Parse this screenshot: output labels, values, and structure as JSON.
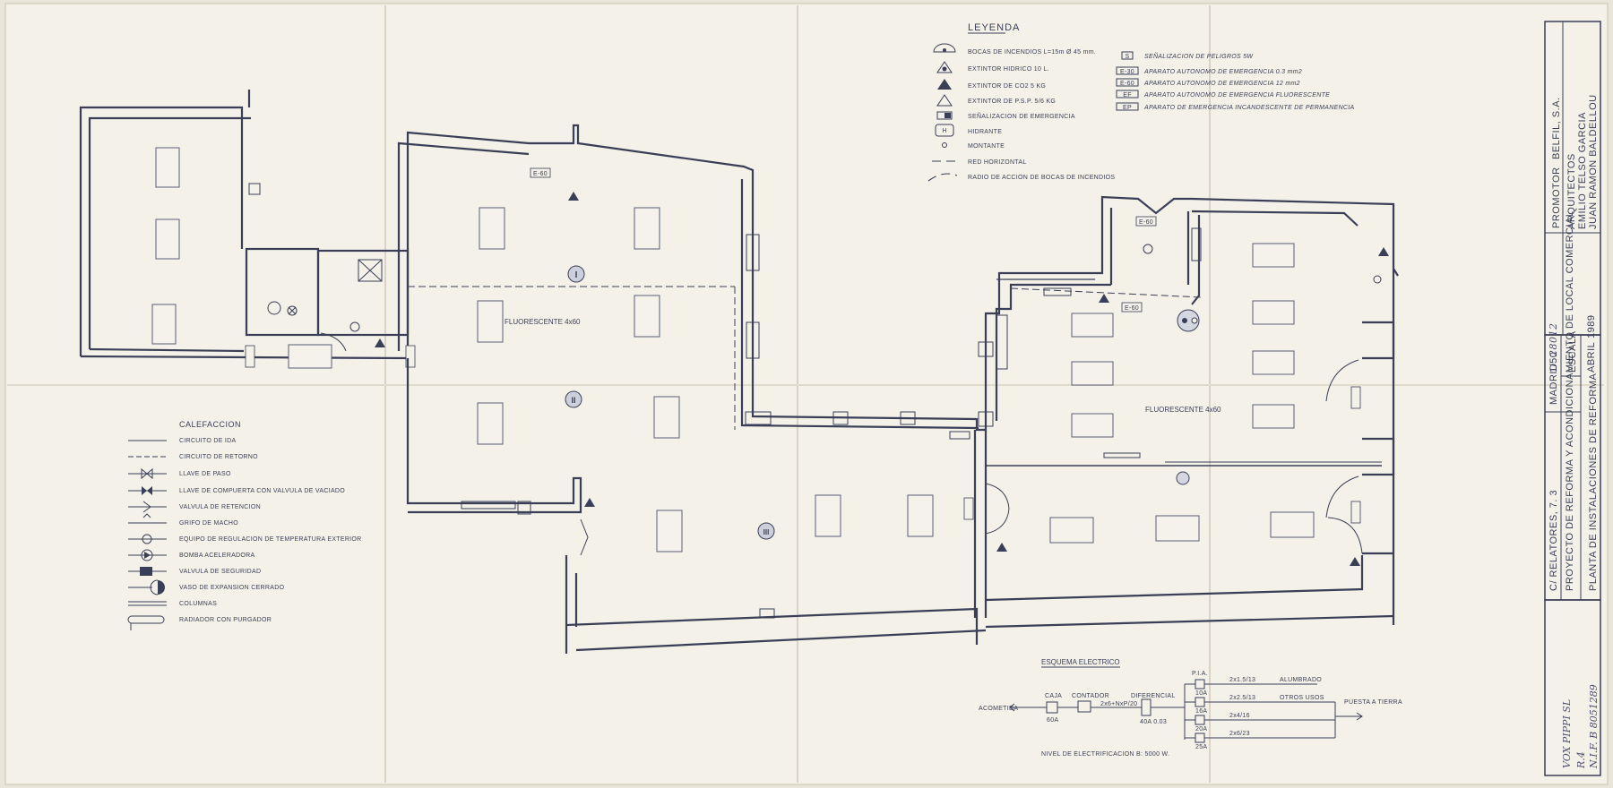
{
  "legend": {
    "title": "LEYENDA",
    "left_items": [
      {
        "icon": "fire-hose-icon",
        "label": "BOCAS DE INCENDIOS  L=15m  Ø 45 mm."
      },
      {
        "icon": "water-extinguisher-icon",
        "label": "EXTINTOR HIDRICO 10 L."
      },
      {
        "icon": "co2-extinguisher-icon",
        "label": "EXTINTOR DE CO2  5 KG"
      },
      {
        "icon": "powder-extinguisher-icon",
        "label": "EXTINTOR DE P.S.P. 5/6 KG"
      },
      {
        "icon": "emergency-sign-icon",
        "label": "SEÑALIZACION DE EMERGENCIA"
      },
      {
        "icon": "hydrant-icon",
        "label": "HIDRANTE"
      },
      {
        "icon": "riser-icon",
        "label": "MONTANTE"
      },
      {
        "icon": "horizontal-network-icon",
        "label": "RED HORIZONTAL"
      },
      {
        "icon": "action-radius-icon",
        "label": "RADIO DE ACCION DE BOCAS DE INCENDIOS"
      }
    ],
    "right_items": [
      {
        "code": "S",
        "label": "SEÑALIZACION DE PELIGROS 5W"
      },
      {
        "code": "E-30",
        "label": "APARATO AUTONOMO DE EMERGENCIA 0.3 mm2"
      },
      {
        "code": "E-60",
        "label": "APARATO AUTONOMO DE EMERGENCIA 12 mm2"
      },
      {
        "code": "EF",
        "label": "APARATO AUTONOMO DE EMERGENCIA FLUORESCENTE"
      },
      {
        "code": "EP",
        "label": "APARATO DE EMERGENCIA INCANDESCENTE DE PERMANENCIA"
      }
    ]
  },
  "heating": {
    "title": "CALEFACCION",
    "items": [
      "CIRCUITO DE IDA",
      "CIRCUITO DE RETORNO",
      "LLAVE DE PASO",
      "LLAVE DE COMPUERTA CON VALVULA DE VACIADO",
      "VALVULA DE RETENCION",
      "GRIFO DE MACHO",
      "EQUIPO DE REGULACION DE TEMPERATURA EXTERIOR",
      "BOMBA ACELERADORA",
      "VALVULA DE SEGURIDAD",
      "VASO DE EXPANSION CERRADO",
      "COLUMNAS",
      "RADIADOR CON PURGADOR"
    ]
  },
  "plan": {
    "fluor_left": "FLUORESCENTE 4x60",
    "fluor_right": "FLUORESCENTE 4x60",
    "emergency_tag": "E-60",
    "hydrant_i": "I",
    "hydrant_ii": "II",
    "hydrant_iii": "III"
  },
  "electric": {
    "title": "ESQUEMA ELECTRICO",
    "acometida": "ACOMETIDA",
    "caja": "CAJA",
    "caja_value": "60A",
    "contador": "CONTADOR",
    "feed": "2x6+NxP/20",
    "diferencial": "DIFERENCIAL",
    "diferencial_value": "40A 0.03",
    "pia": "P.I.A.",
    "circuits": [
      {
        "breaker": "10A",
        "cable": "2x1.5/13",
        "use": "ALUMBRADO"
      },
      {
        "breaker": "16A",
        "cable": "2x2.5/13",
        "use": "OTROS USOS"
      },
      {
        "breaker": "20A",
        "cable": "2x4/16",
        "use": ""
      },
      {
        "breaker": "25A",
        "cable": "2x6/23",
        "use": ""
      }
    ],
    "earth": "PUESTA A TIERRA",
    "level": "NIVEL DE ELECTRIFICACION B: 5000 W."
  },
  "title_block": {
    "promotor_label": "PROMOTOR",
    "promotor": "BELFIL, S.A.",
    "architects_label": "ARQUITECTOS",
    "architect_1": "EMILIO TELSO GARCIA",
    "architect_2": "JUAN RAMON BALDELLOU",
    "project": "PROYECTO DE REFORMA Y ACONDICIONAMIENTO DE LOCAL COMERCIAL",
    "address": "C/ RELATORES, 7. 3",
    "city": "MADRID",
    "postcode": "28012",
    "scale_label": "ESCALA",
    "scale": "1/50",
    "date_month": "ABRIL",
    "date_year": "1989",
    "plan_title": "PLANTA DE INSTALACIONES DE REFORMA"
  },
  "stamp": {
    "line1": "VOX PIPPI SL",
    "line2": "R.4",
    "line3": "N.I.F. B 8051289"
  }
}
